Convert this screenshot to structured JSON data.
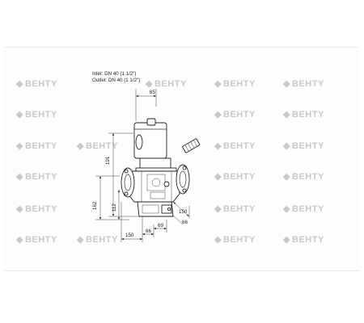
{
  "labels": {
    "inlet": "Inlet: DN 40 (1 1/2\")",
    "outlet": "Outlet: DN 40 (1 1/2\")"
  },
  "dimensions": {
    "d85": "85",
    "d191": "191",
    "d162": "162",
    "d112": "112",
    "d150_bottom": "150",
    "d66": "66",
    "d69": "69",
    "d150_side": "150",
    "d66_side": "66"
  },
  "watermark": {
    "text": "BEHTY",
    "color": "#c9c9c9"
  }
}
